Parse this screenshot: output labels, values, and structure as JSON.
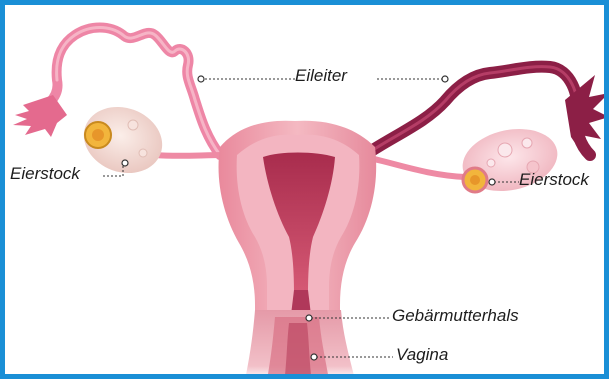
{
  "colors": {
    "border": "#1a8fd6",
    "tube_left": "#ee86a6",
    "tube_right": "#8c1f46",
    "uterus": "#f0a8b4",
    "cavity": "#c8405e",
    "ovary_left": "#f3dcd6",
    "ovary_right": "#f6c9cf",
    "follicle": "#f2b53c",
    "leader": "#333333"
  },
  "labels": {
    "eileiter": "Eileiter",
    "eierstock_left": "Eierstock",
    "eierstock_right": "Eierstock",
    "gebaermutterhals": "Gebärmutterhals",
    "vagina": "Vagina"
  }
}
